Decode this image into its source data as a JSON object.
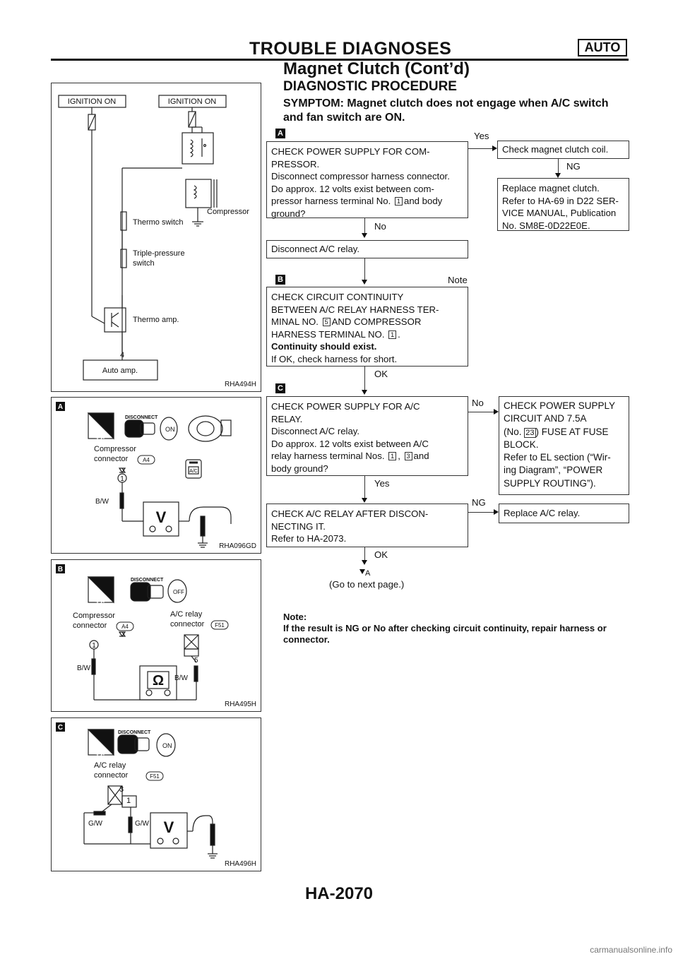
{
  "header": {
    "title": "TROUBLE DIAGNOSES",
    "badge": "AUTO",
    "subtitle": "Magnet Clutch (Cont’d)"
  },
  "section_title": "DIAGNOSTIC PROCEDURE",
  "symptom": "SYMPTOM: Magnet clutch does not engage when A/C switch and fan switch are ON.",
  "markers": {
    "a": "A",
    "b": "B",
    "c": "C"
  },
  "flow": {
    "a_box": {
      "l1": "CHECK POWER SUPPLY FOR COM-",
      "l2": "PRESSOR.",
      "l3": "Disconnect compressor harness connector.",
      "l4": "Do approx. 12 volts exist between com-",
      "l5a": "pressor harness terminal No.",
      "l5term": "1",
      "l5b": "and body",
      "l6": "ground?"
    },
    "a_yes": "Yes",
    "coil_box": "Check magnet clutch coil.",
    "coil_ng": "NG",
    "replace_box": {
      "l1": "Replace magnet clutch.",
      "l2": "Refer to HA-69 in D22 SER-",
      "l3": "VICE MANUAL, Publication",
      "l4": "No. SM8E-0D22E0E."
    },
    "a_no": "No",
    "disconnect_box": "Disconnect A/C relay.",
    "note_label": "Note",
    "b_box": {
      "l1": "CHECK CIRCUIT CONTINUITY",
      "l2": "BETWEEN A/C RELAY HARNESS TER-",
      "l3a": "MINAL NO.",
      "l3term": "5",
      "l3b": "AND COMPRESSOR",
      "l4a": "HARNESS TERMINAL NO.",
      "l4term": "1",
      "l4b": ".",
      "l5": "Continuity should exist.",
      "l6": "If OK, check harness for short."
    },
    "b_ok": "OK",
    "c_box": {
      "l1": "CHECK POWER SUPPLY FOR A/C",
      "l2": "RELAY.",
      "l3": "Disconnect A/C relay.",
      "l4": "Do approx. 12 volts exist between A/C",
      "l5a": "relay harness terminal Nos.",
      "l5term1": "1",
      "l5sep": ",",
      "l5term2": "3",
      "l5b": "and",
      "l6": "body ground?"
    },
    "c_no": "No",
    "power_box": {
      "l1": "CHECK POWER SUPPLY",
      "l2": "CIRCUIT AND 7.5A",
      "l3a": "(No.",
      "l3fuse": "23",
      "l3b": ") FUSE AT FUSE",
      "l4": "BLOCK.",
      "l5": "Refer to EL section (“Wir-",
      "l6": "ing Diagram”, “POWER",
      "l7": "SUPPLY ROUTING”)."
    },
    "c_yes": "Yes",
    "relay_box": {
      "l1": "CHECK A/C RELAY AFTER DISCON-",
      "l2": "NECTING IT.",
      "l3": "Refer to HA-2073."
    },
    "relay_ng": "NG",
    "replace_relay_box": "Replace A/C relay.",
    "relay_ok": "OK",
    "goto_marker": "A",
    "goto_text": "(Go to next page.)"
  },
  "note": {
    "title": "Note:",
    "text": "If the result is NG or No after checking circuit continuity, repair harness or connector."
  },
  "figures": {
    "wiring": {
      "label": "RHA494H",
      "ign1": "IGNITION ON",
      "ign2": "IGNITION ON",
      "compressor": "Compressor",
      "thermo_switch": "Thermo switch",
      "triple1": "Triple-pressure",
      "triple2": "switch",
      "thermo_amp": "Thermo amp.",
      "pin": "4",
      "auto_amp": "Auto amp."
    },
    "fig_a": {
      "label": "RHA096GD",
      "marker": "A",
      "ts": "T.S.",
      "disconnect": "DISCONNECT",
      "on": "ON",
      "comp1": "Compressor",
      "comp2": "connector",
      "conn": "A4",
      "pin": "1",
      "wire": "B/W",
      "ac": "A/C",
      "meter": "V"
    },
    "fig_b": {
      "label": "RHA495H",
      "marker": "B",
      "ts": "T.S.",
      "disconnect": "DISCONNECT",
      "off": "OFF",
      "comp1": "Compressor",
      "comp2": "connector",
      "conn1": "A4",
      "relay1": "A/C relay",
      "relay2": "connector",
      "conn2": "F51",
      "pin1": "1",
      "pin5": "5",
      "wire1": "B/W",
      "wire2": "B/W",
      "meter": "Ω"
    },
    "fig_c": {
      "label": "RHA496H",
      "marker": "C",
      "ts": "T.S.",
      "disconnect": "DISCONNECT",
      "on": "ON",
      "relay1": "A/C relay",
      "relay2": "connector",
      "conn": "F51",
      "pin3": "3",
      "pin1": "1",
      "wire1": "G/W",
      "wire2": "G/W",
      "meter": "V"
    }
  },
  "page_number": "HA-2070",
  "watermark": "carmanualsonline.info"
}
